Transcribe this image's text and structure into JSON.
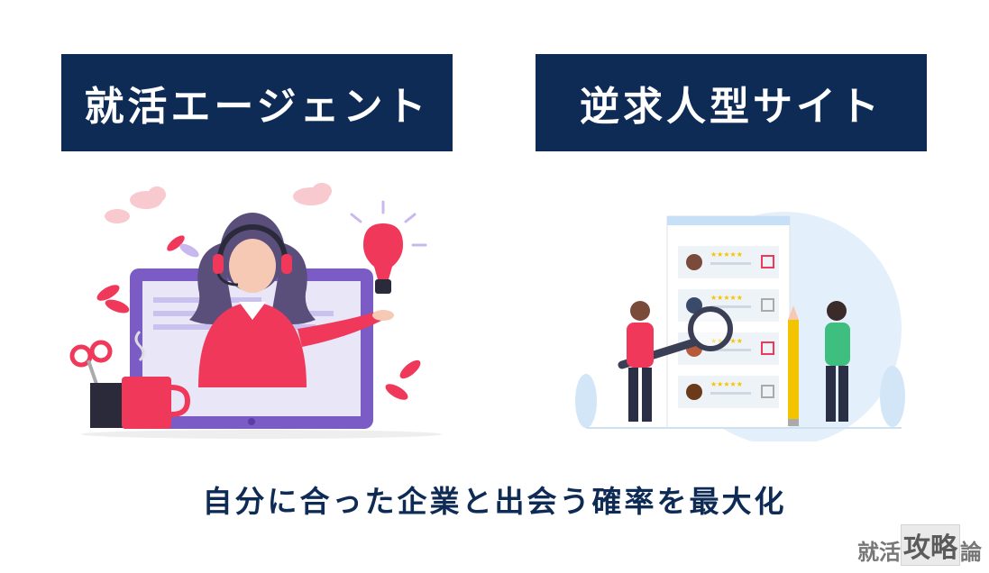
{
  "labels": {
    "left": "就活エージェント",
    "right": "逆求人型サイト"
  },
  "tagline": "自分に合った企業と出会う確率を最大化",
  "logo": {
    "part1": "就活",
    "part2": "攻略",
    "part3": "論"
  },
  "illustrations": {
    "left": "headset-agent-laptop-illustration",
    "right": "magnifier-profile-review-illustration"
  },
  "colors": {
    "navy": "#0d2b55",
    "accent_red": "#f0385a",
    "purple": "#7b5cc4",
    "light_blue": "#e3f0fb"
  }
}
